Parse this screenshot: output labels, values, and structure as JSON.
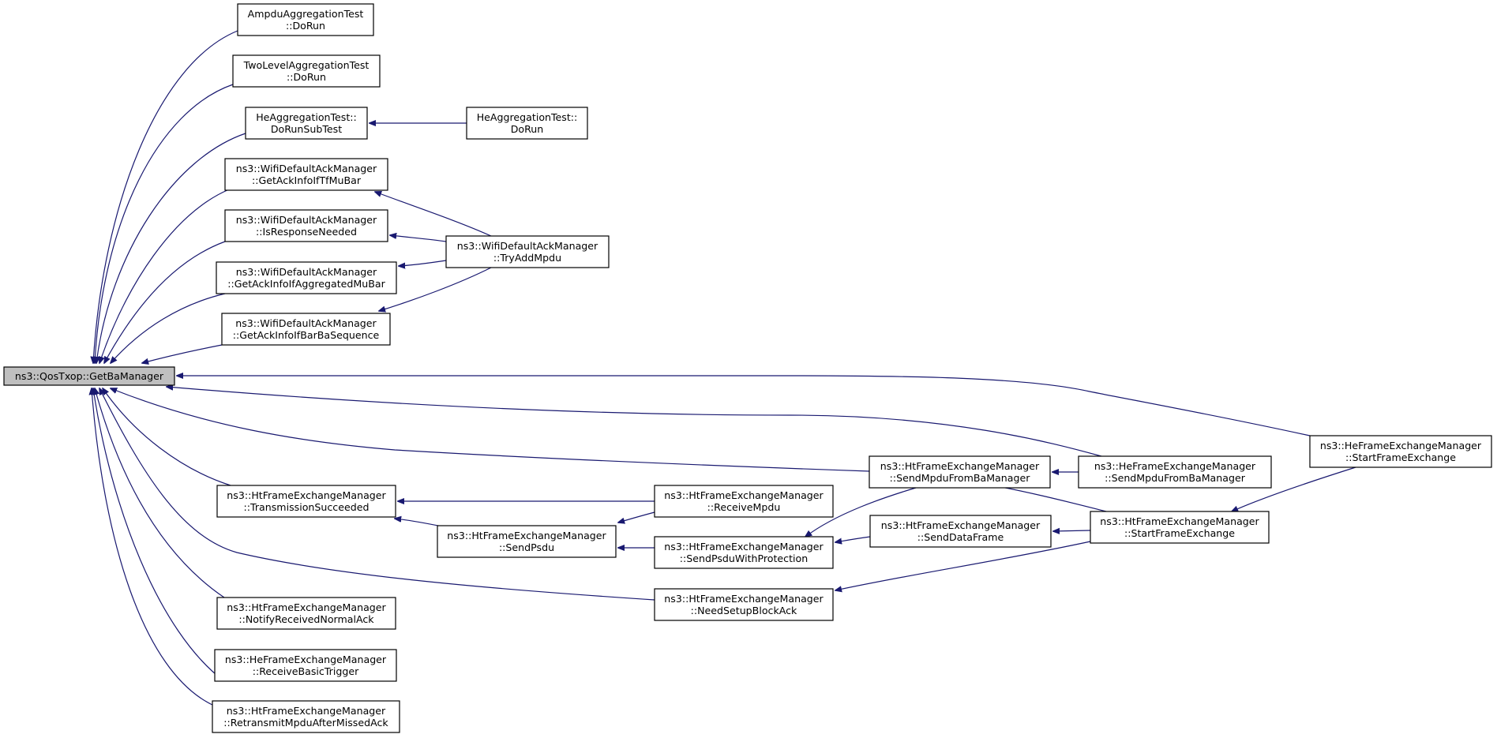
{
  "graph": {
    "root": "root",
    "colors": {
      "edge": "#191970",
      "node_border": "#000000",
      "root_fill": "#bfbfbf",
      "node_fill": "#ffffff"
    },
    "nodes": [
      {
        "id": "root",
        "lines": [
          "ns3::QosTxop::GetBaManager"
        ]
      },
      {
        "id": "ampdu",
        "lines": [
          "AmpduAggregationTest",
          "::DoRun"
        ]
      },
      {
        "id": "twolevel",
        "lines": [
          "TwoLevelAggregationTest",
          "::DoRun"
        ]
      },
      {
        "id": "hesub",
        "lines": [
          "HeAggregationTest::",
          "DoRunSubTest"
        ]
      },
      {
        "id": "herun",
        "lines": [
          "HeAggregationTest::",
          "DoRun"
        ]
      },
      {
        "id": "tfmubar",
        "lines": [
          "ns3::WifiDefaultAckManager",
          "::GetAckInfoIfTfMuBar"
        ]
      },
      {
        "id": "isresp",
        "lines": [
          "ns3::WifiDefaultAckManager",
          "::IsResponseNeeded"
        ]
      },
      {
        "id": "aggmubar",
        "lines": [
          "ns3::WifiDefaultAckManager",
          "::GetAckInfoIfAggregatedMuBar"
        ]
      },
      {
        "id": "barba",
        "lines": [
          "ns3::WifiDefaultAckManager",
          "::GetAckInfoIfBarBaSequence"
        ]
      },
      {
        "id": "tryadd",
        "lines": [
          "ns3::WifiDefaultAckManager",
          "::TryAddMpdu"
        ]
      },
      {
        "id": "hestartfe",
        "lines": [
          "ns3::HeFrameExchangeManager",
          "::StartFrameExchange"
        ]
      },
      {
        "id": "hesendmpdu",
        "lines": [
          "ns3::HeFrameExchangeManager",
          "::SendMpduFromBaManager"
        ]
      },
      {
        "id": "htsendmpdu",
        "lines": [
          "ns3::HtFrameExchangeManager",
          "::SendMpduFromBaManager"
        ]
      },
      {
        "id": "txsucc",
        "lines": [
          "ns3::HtFrameExchangeManager",
          "::TransmissionSucceeded"
        ]
      },
      {
        "id": "recvmpdu",
        "lines": [
          "ns3::HtFrameExchangeManager",
          "::ReceiveMpdu"
        ]
      },
      {
        "id": "sendpsdu",
        "lines": [
          "ns3::HtFrameExchangeManager",
          "::SendPsdu"
        ]
      },
      {
        "id": "sendpsduprot",
        "lines": [
          "ns3::HtFrameExchangeManager",
          "::SendPsduWithProtection"
        ]
      },
      {
        "id": "senddata",
        "lines": [
          "ns3::HtFrameExchangeManager",
          "::SendDataFrame"
        ]
      },
      {
        "id": "htstartfe",
        "lines": [
          "ns3::HtFrameExchangeManager",
          "::StartFrameExchange"
        ]
      },
      {
        "id": "needsetup",
        "lines": [
          "ns3::HtFrameExchangeManager",
          "::NeedSetupBlockAck"
        ]
      },
      {
        "id": "notifyack",
        "lines": [
          "ns3::HtFrameExchangeManager",
          "::NotifyReceivedNormalAck"
        ]
      },
      {
        "id": "recvbasic",
        "lines": [
          "ns3::HeFrameExchangeManager",
          "::ReceiveBasicTrigger"
        ]
      },
      {
        "id": "retransmit",
        "lines": [
          "ns3::HtFrameExchangeManager",
          "::RetransmitMpduAfterMissedAck"
        ]
      }
    ],
    "edges": [
      {
        "from": "ampdu",
        "to": "root"
      },
      {
        "from": "twolevel",
        "to": "root"
      },
      {
        "from": "hesub",
        "to": "root"
      },
      {
        "from": "herun",
        "to": "hesub"
      },
      {
        "from": "tfmubar",
        "to": "root"
      },
      {
        "from": "isresp",
        "to": "root"
      },
      {
        "from": "aggmubar",
        "to": "root"
      },
      {
        "from": "barba",
        "to": "root"
      },
      {
        "from": "tryadd",
        "to": "tfmubar"
      },
      {
        "from": "tryadd",
        "to": "isresp"
      },
      {
        "from": "tryadd",
        "to": "aggmubar"
      },
      {
        "from": "tryadd",
        "to": "barba"
      },
      {
        "from": "hestartfe",
        "to": "root"
      },
      {
        "from": "hesendmpdu",
        "to": "root"
      },
      {
        "from": "htsendmpdu",
        "to": "root"
      },
      {
        "from": "hesendmpdu",
        "to": "htsendmpdu"
      },
      {
        "from": "htstartfe",
        "to": "htsendmpdu"
      },
      {
        "from": "hestartfe",
        "to": "htstartfe"
      },
      {
        "from": "txsucc",
        "to": "root"
      },
      {
        "from": "recvmpdu",
        "to": "txsucc"
      },
      {
        "from": "sendpsdu",
        "to": "txsucc"
      },
      {
        "from": "recvmpdu",
        "to": "sendpsdu"
      },
      {
        "from": "sendpsduprot",
        "to": "sendpsdu"
      },
      {
        "from": "htsendmpdu",
        "to": "sendpsduprot"
      },
      {
        "from": "senddata",
        "to": "sendpsduprot"
      },
      {
        "from": "htstartfe",
        "to": "senddata"
      },
      {
        "from": "needsetup",
        "to": "root"
      },
      {
        "from": "htstartfe",
        "to": "needsetup"
      },
      {
        "from": "notifyack",
        "to": "root"
      },
      {
        "from": "recvbasic",
        "to": "root"
      },
      {
        "from": "retransmit",
        "to": "root"
      }
    ]
  }
}
